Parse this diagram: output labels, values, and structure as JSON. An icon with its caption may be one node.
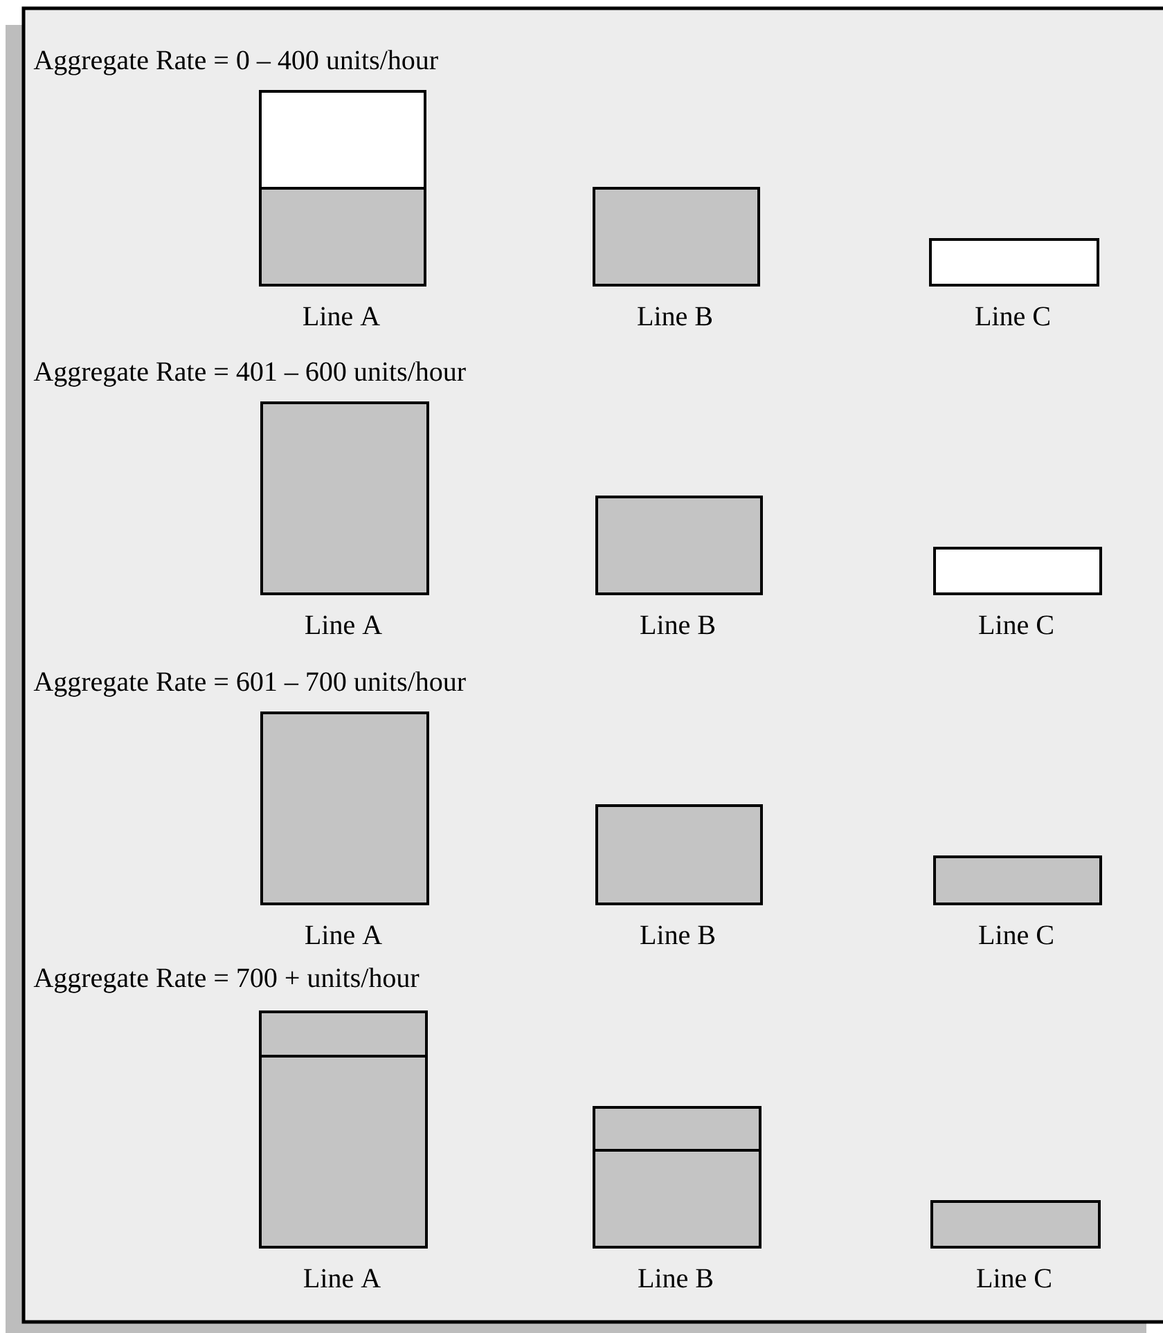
{
  "diagram": {
    "nodes": [
      {
        "text": [],
        "shape": "bar"
      },
      {
        "text": [],
        "shape": "bar",
        "beside": [
          "Line A"
        ]
      },
      {
        "text": [],
        "shape": "bar",
        "beside": [
          "Line B"
        ]
      },
      {
        "text": [],
        "shape": "bar",
        "beside": [
          "Line C"
        ]
      },
      {
        "text": [],
        "shape": "bar",
        "beside": [
          "Line A"
        ]
      },
      {
        "text": [],
        "shape": "bar",
        "beside": [
          "Line B"
        ]
      },
      {
        "text": [],
        "shape": "bar",
        "beside": [
          "Line C"
        ]
      },
      {
        "text": [],
        "shape": "bar",
        "beside": [
          "Line A"
        ]
      },
      {
        "text": [],
        "shape": "bar",
        "beside": [
          "Line B"
        ]
      },
      {
        "text": [],
        "shape": "bar",
        "beside": [
          "Line C"
        ]
      },
      {
        "text": [],
        "shape": "bar"
      },
      {
        "text": [],
        "shape": "bar",
        "beside": [
          "Line A"
        ]
      },
      {
        "text": [],
        "shape": "bar"
      },
      {
        "text": [],
        "shape": "bar",
        "beside": [
          "Line B"
        ]
      },
      {
        "text": [],
        "shape": "bar",
        "beside": [
          "Line C"
        ]
      }
    ],
    "labels": [
      "Aggregate Rate = 0 – 400 units/hour",
      "Aggregate Rate = 401 – 600 units/hour",
      "Aggregate Rate = 601 – 700 units/hour",
      "Aggregate Rate = 700 + units/hour"
    ]
  }
}
